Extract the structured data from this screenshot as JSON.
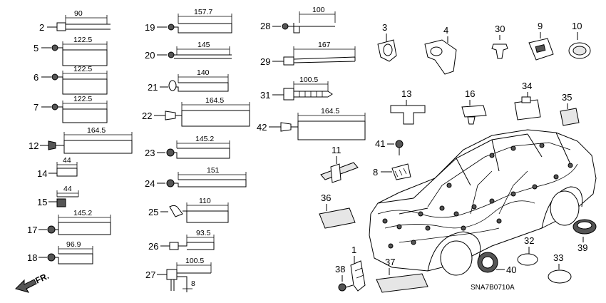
{
  "diagram_code": "SNA7B0710A",
  "direction_label": "FR.",
  "callouts": [
    "1",
    "2",
    "3",
    "4",
    "5",
    "6",
    "7",
    "8",
    "9",
    "10",
    "11",
    "12",
    "13",
    "14",
    "15",
    "16",
    "17",
    "18",
    "19",
    "20",
    "21",
    "22",
    "23",
    "24",
    "25",
    "26",
    "27",
    "28",
    "29",
    "30",
    "31",
    "32",
    "33",
    "34",
    "35",
    "36",
    "37",
    "38",
    "39",
    "40",
    "41",
    "42"
  ],
  "dimensions": {
    "p2": "90",
    "p5": "122.5",
    "p6": "122.5",
    "p7": "122.5",
    "p12": "164.5",
    "p14": "44",
    "p15": "44",
    "p17": "145.2",
    "p18": "96.9",
    "p19": "157.7",
    "p20": "145",
    "p21": "140",
    "p22": "164.5",
    "p23": "145.2",
    "p24": "151",
    "p25": "110",
    "p26": "93.5",
    "p27a": "100.5",
    "p27b": "8",
    "p28": "100",
    "p29": "167",
    "p31": "100.5",
    "p42": "164.5"
  },
  "colors": {
    "line": "#000000",
    "fill": "#ffffff",
    "gray": "#e6e6e6"
  }
}
